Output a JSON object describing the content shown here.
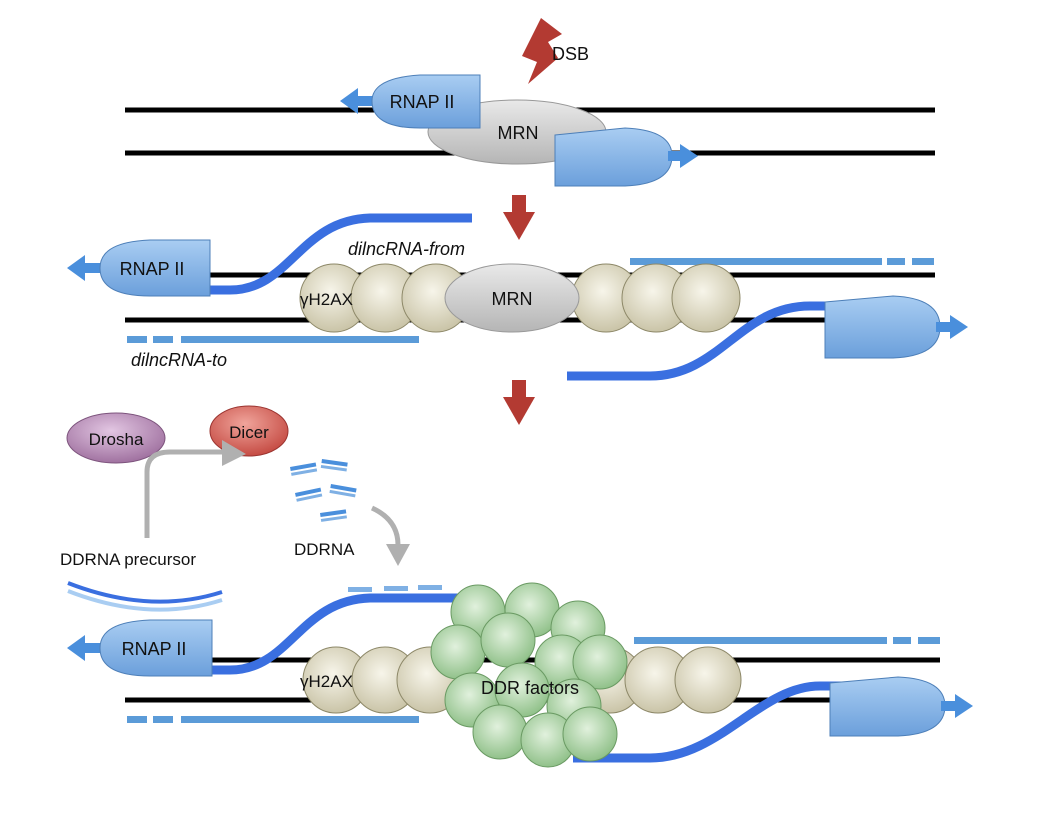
{
  "labels": {
    "dsb": "DSB",
    "rnap": "RNAP II",
    "mrn": "MRN",
    "h2ax": "γH2AX",
    "dilnc_from": "dilncRNA-from",
    "dilnc_to": "dilncRNA-to",
    "drosha": "Drosha",
    "dicer": "Dicer",
    "ddrna": "DDRNA",
    "precursor": "DDRNA precursor",
    "ddr_factors": "DDR factors"
  },
  "colors": {
    "dna": "#000000",
    "rna": "#3a6fe0",
    "transcript": "#5b9bd8",
    "polymerase": "#7fb0e4",
    "mrn": "#cfcfcf",
    "nucleosome": "#d8d3bd",
    "ddr": "#9ccc96",
    "arrow": "#b33a32",
    "drosha": "#a87ca8",
    "dicer": "#cf5a52",
    "flow": "#b0b0b0"
  }
}
